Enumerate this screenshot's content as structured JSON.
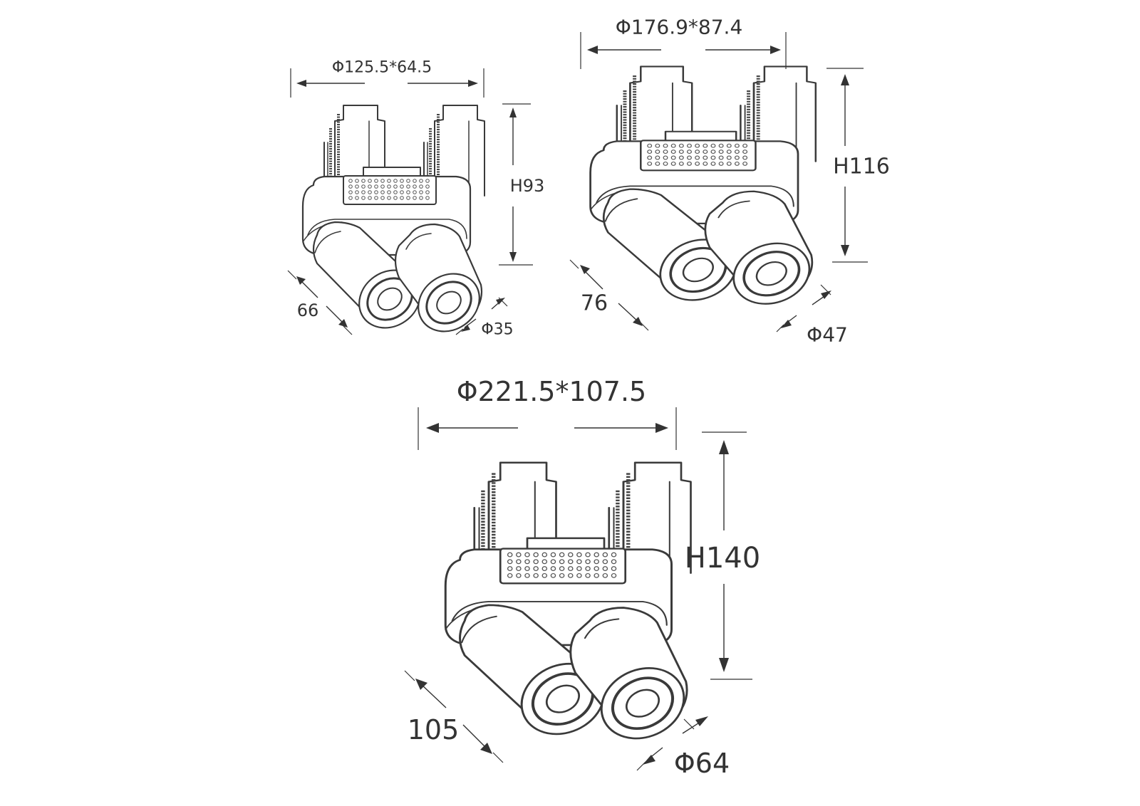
{
  "drawings": [
    {
      "id": "small",
      "width_label": "Φ125.5*64.5",
      "height_label": "H93",
      "length_label": "66",
      "diameter_label": "Φ35"
    },
    {
      "id": "medium",
      "width_label": "Φ176.9*87.4",
      "height_label": "H116",
      "length_label": "76",
      "diameter_label": "Φ47"
    },
    {
      "id": "large",
      "width_label": "Φ221.5*107.5",
      "height_label": "H140",
      "length_label": "105",
      "diameter_label": "Φ64"
    }
  ],
  "colors": {
    "line": "#333333",
    "background": "#ffffff"
  }
}
